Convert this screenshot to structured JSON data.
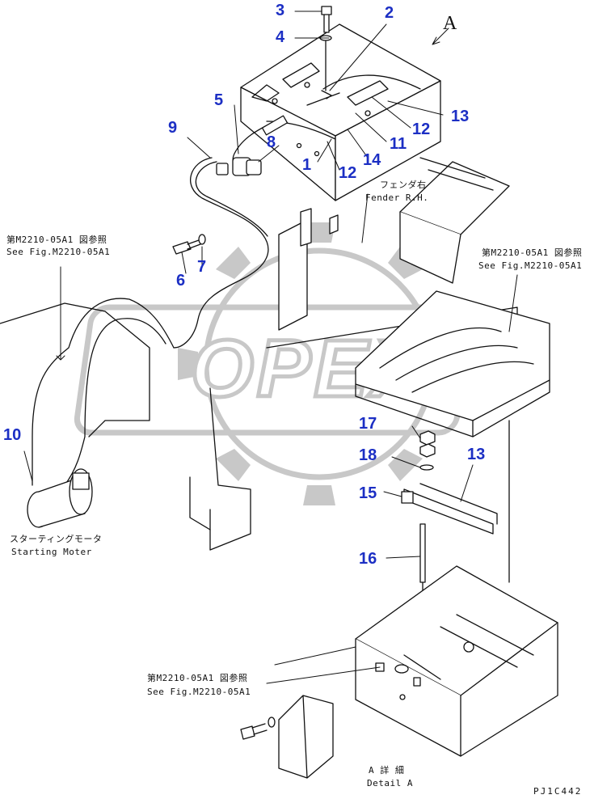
{
  "view_marker": "A",
  "callouts": [
    "1",
    "2",
    "3",
    "4",
    "5",
    "6",
    "7",
    "8",
    "9",
    "10",
    "11",
    "12",
    "12",
    "13",
    "13",
    "14",
    "15",
    "16",
    "17",
    "18"
  ],
  "notes": {
    "fender_jp": "フェンダ右",
    "fender_en": "Fender R.H.",
    "ref_left_jp": "第M2210-05A1 図参照",
    "ref_left_en": "See Fig.M2210-05A1",
    "ref_right_jp": "第M2210-05A1 図参照",
    "ref_right_en": "See Fig.M2210-05A1",
    "ref_bottom_jp": "第M2210-05A1 図参照",
    "ref_bottom_en": "See Fig.M2210-05A1",
    "starter_jp": "スターティングモータ",
    "starter_en": "Starting Moter",
    "detail_jp": "A 詳 細",
    "detail_en": "Detail A"
  },
  "watermark": "OPEX",
  "drawing_code": "PJ1C442",
  "colors": {
    "line": "#111111",
    "callout": "#1c2fc4",
    "watermark": "#c8c8c8"
  }
}
